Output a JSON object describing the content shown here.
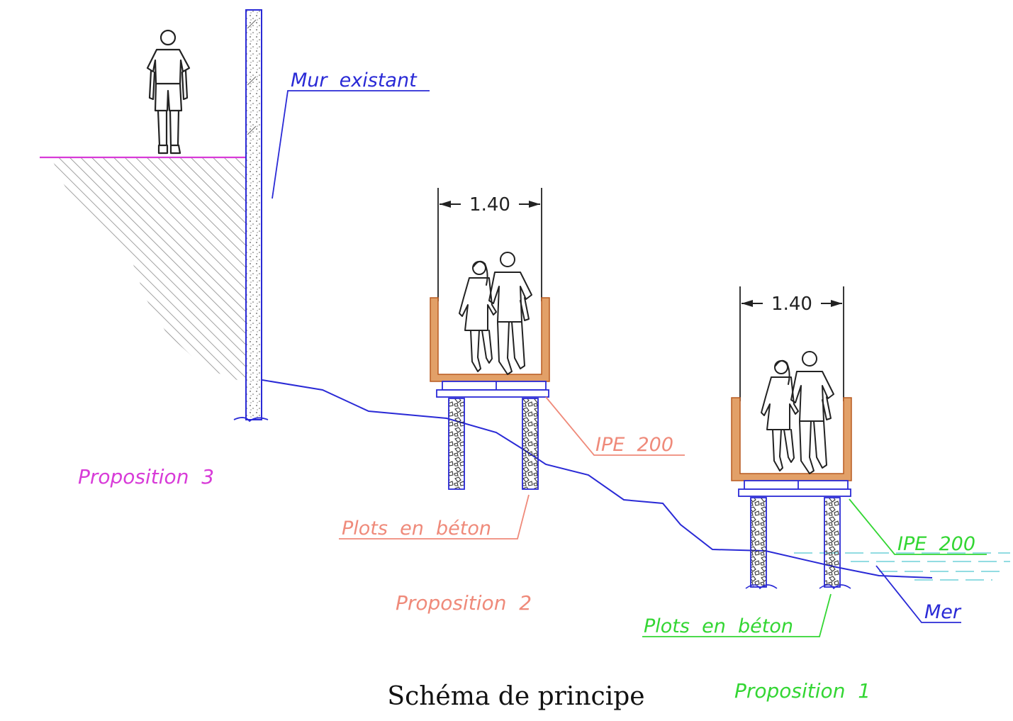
{
  "colors": {
    "blue": "#2a2ad6",
    "magenta": "#d83bd8",
    "salmon": "#ef8a7a",
    "green": "#33d633",
    "orange": "#d97a3a",
    "black": "#222222",
    "hatch": "#8a8a8a",
    "water": "#6fd1d8"
  },
  "labels": {
    "mur": "Mur  existant",
    "prop3": "Proposition  3",
    "ipe_p2": "IPE  200",
    "plots_p2": "Plots  en  béton",
    "prop2": "Proposition  2",
    "ipe_p1": "IPE  200",
    "plots_p1": "Plots  en  béton",
    "mer": "Mer",
    "prop1": "Proposition  1",
    "caption": "Schéma de principe"
  },
  "dimensions": {
    "p2_width": "1.40",
    "p1_width": "1.40"
  }
}
